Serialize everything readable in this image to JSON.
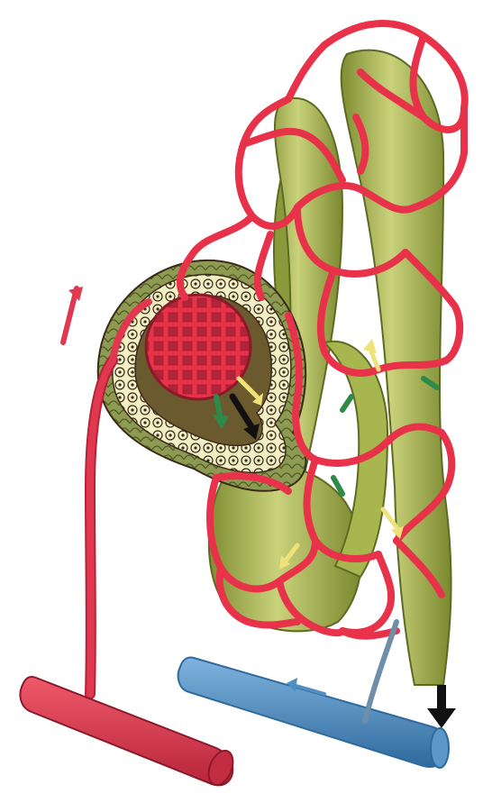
{
  "figure": {
    "colors": {
      "artery": "#e2384f",
      "artery_dark": "#b3233a",
      "vein": "#4f8fc4",
      "vein_dark": "#2f6a9e",
      "tubule": "#a9b84e",
      "tubule_dark": "#6f7d2c",
      "tubule_light": "#d2d98a",
      "capillary": "#e8324a",
      "capsule_cells": "#f2efc4",
      "capsule_outline": "#3b2a1a",
      "arrow_yellow": "#f0e27a",
      "arrow_green": "#2f8a4a",
      "arrow_black": "#111111"
    },
    "flow_arrows": {
      "artery_direction": "up",
      "vein_direction": "left",
      "collecting_duct_direction": "down"
    },
    "icons": [
      "arrow-up-icon",
      "arrow-left-icon",
      "arrow-down-icon"
    ]
  }
}
